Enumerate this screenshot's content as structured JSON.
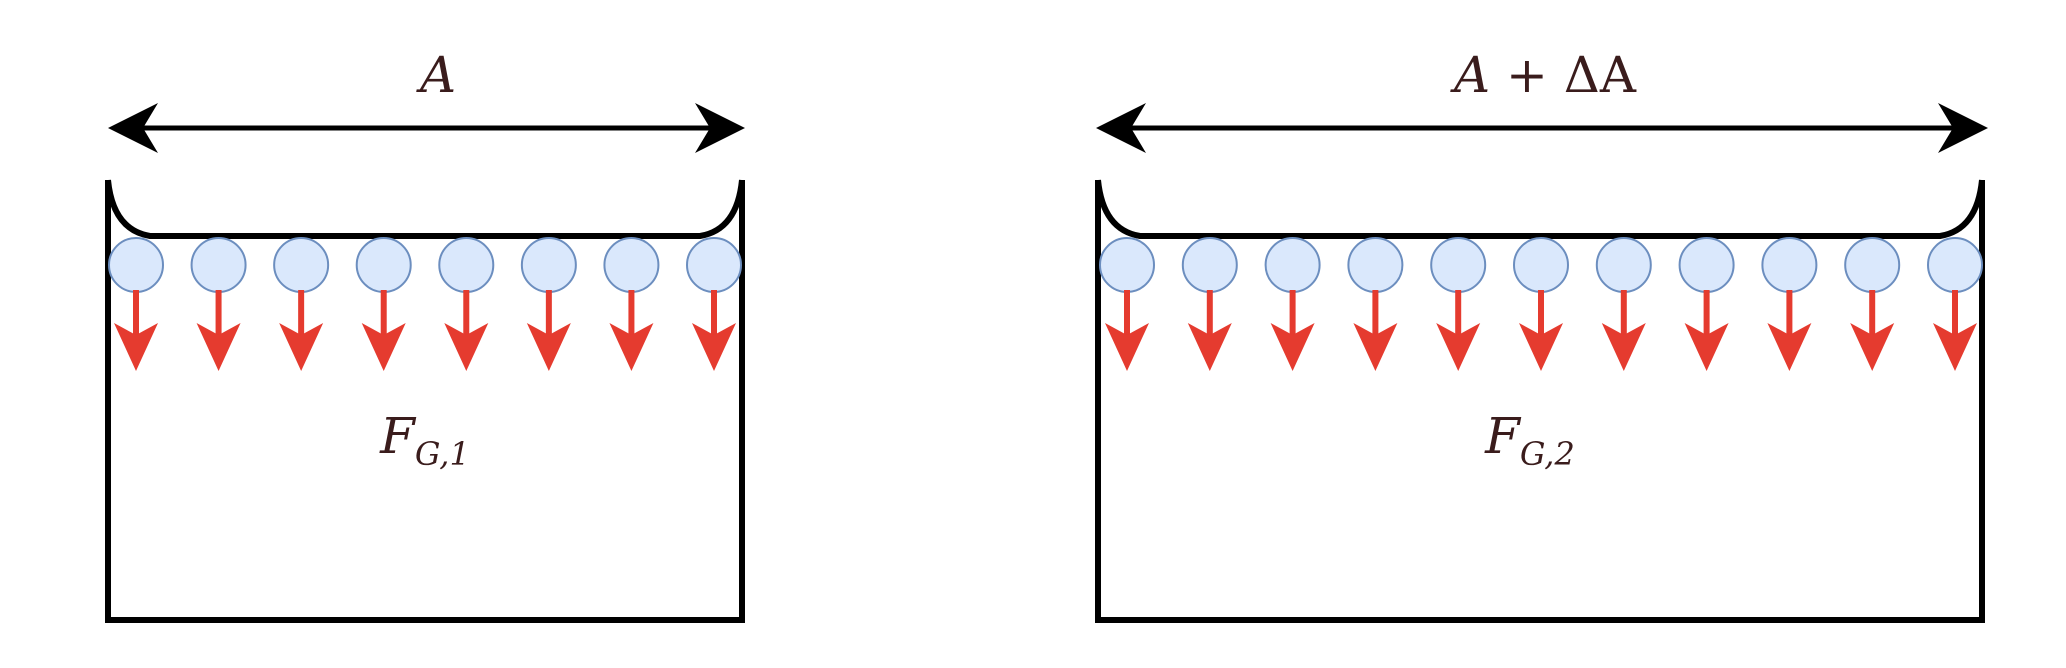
{
  "colors": {
    "outline": "#000000",
    "molecule_fill": "#dae8fc",
    "molecule_stroke": "#6c8ebf",
    "force_arrow": "#e53b2f",
    "label": "#3a1c1c"
  },
  "panels": [
    {
      "width_label": {
        "main": "A",
        "suffix": ""
      },
      "force_label": {
        "main": "F",
        "sub": "G,1"
      },
      "molecule_count": 8
    },
    {
      "width_label": {
        "main": "A",
        "suffix": " + ΔA"
      },
      "force_label": {
        "main": "F",
        "sub": "G,2"
      },
      "molecule_count": 11
    }
  ]
}
